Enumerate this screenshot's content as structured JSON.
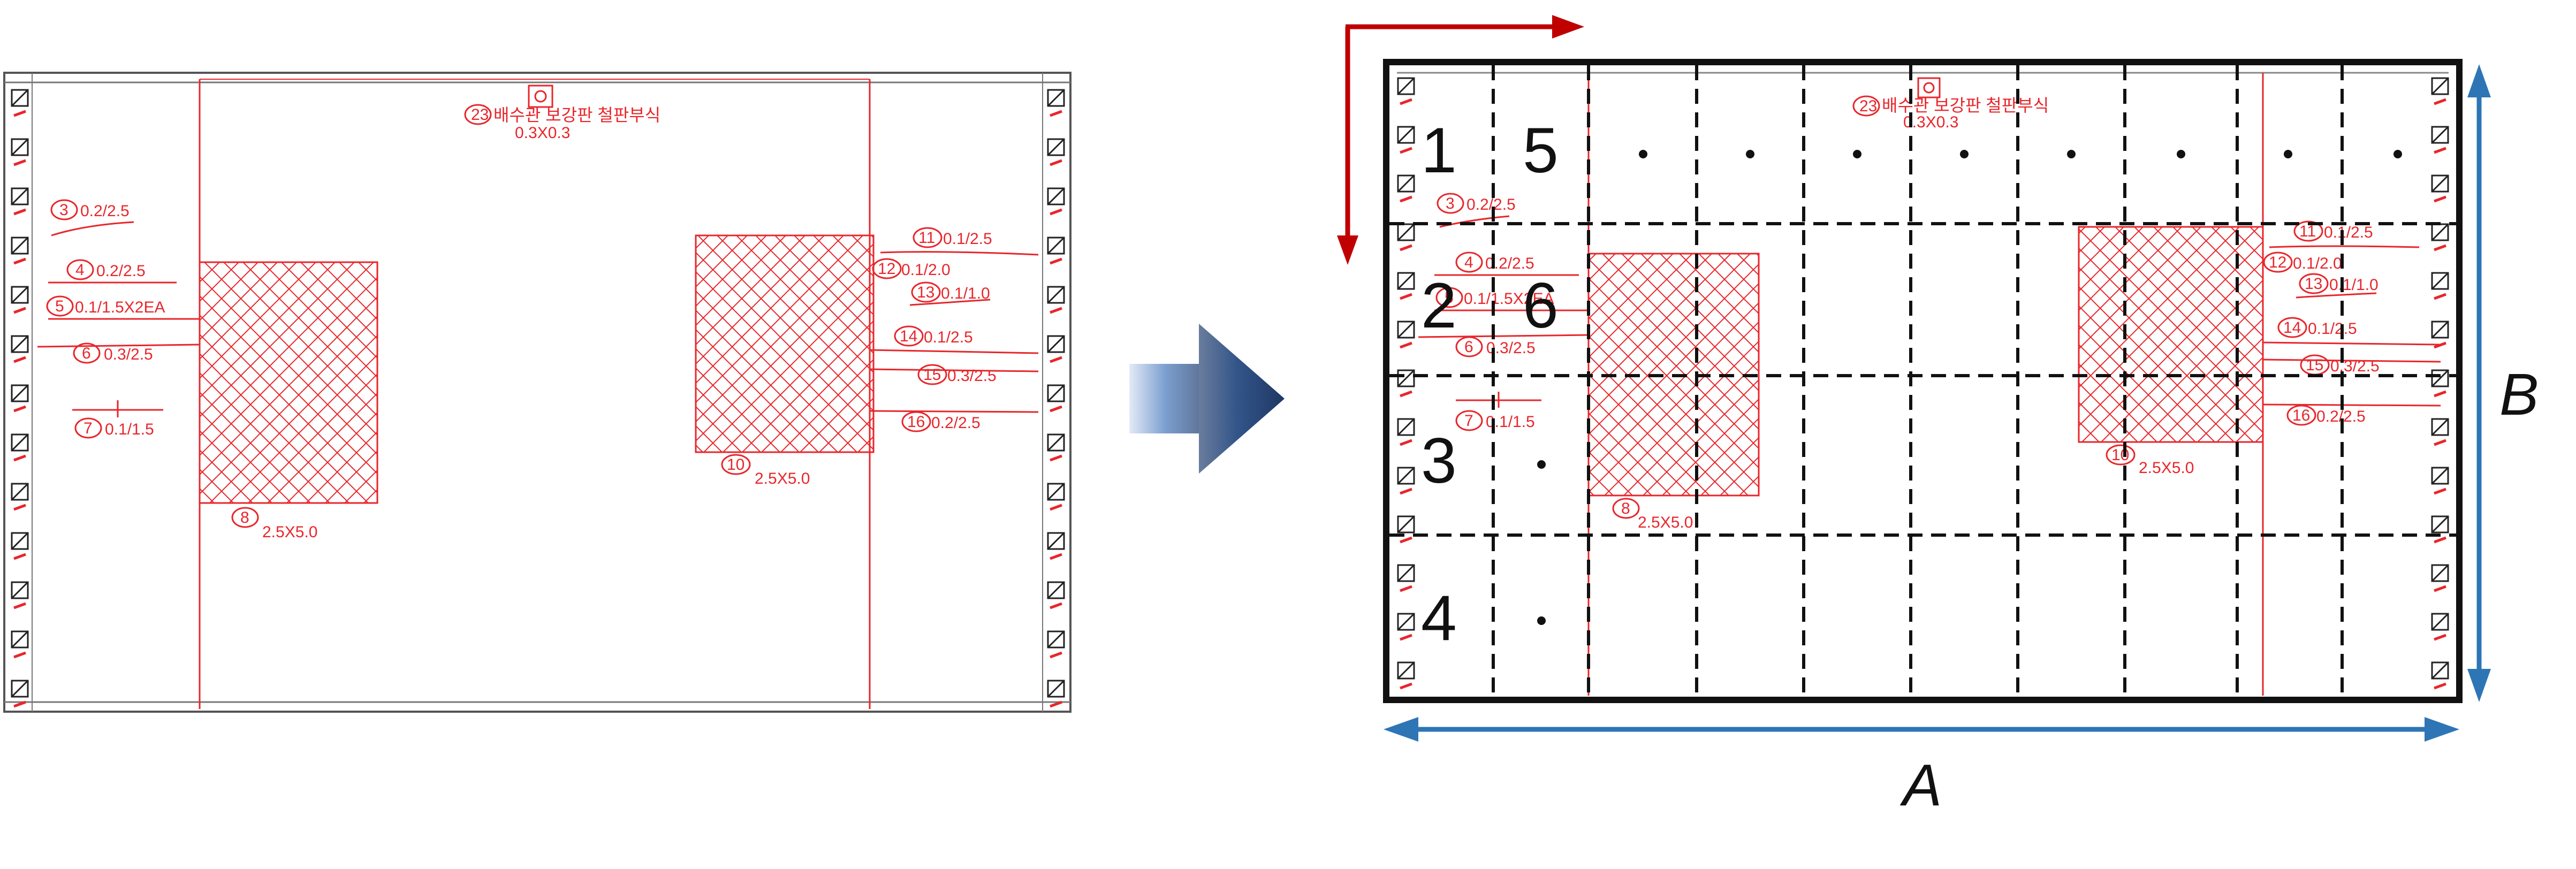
{
  "title_annotation": {
    "number": "23",
    "text": "배수관 보강판 철판부식",
    "size": "0.3X0.3"
  },
  "left_annotations": [
    {
      "num": "3",
      "text": "0.2/2.5"
    },
    {
      "num": "4",
      "text": "0.2/2.5"
    },
    {
      "num": "5",
      "text": "0.1/1.5X2EA"
    },
    {
      "num": "6",
      "text": "0.3/2.5"
    },
    {
      "num": "7",
      "text": "0.1/1.5"
    }
  ],
  "right_annotations": [
    {
      "num": "11",
      "text": "0.1/2.5"
    },
    {
      "num": "12",
      "text": "0.1/2.0"
    },
    {
      "num": "13",
      "text": "0.1/1.0"
    },
    {
      "num": "14",
      "text": "0.1/2.5"
    },
    {
      "num": "15",
      "text": "0.3/2.5"
    },
    {
      "num": "16",
      "text": "0.2/2.5"
    }
  ],
  "hatched_areas": [
    {
      "num": "8",
      "size": "2.5X5.0"
    },
    {
      "num": "10",
      "size": "2.5X5.0"
    }
  ],
  "grid_labels": [
    "1",
    "2",
    "3",
    "4",
    "5",
    "6"
  ],
  "axis_labels": {
    "horizontal": "A",
    "vertical": "B"
  },
  "colors": {
    "drawing_red": "#e8262b",
    "arrow_red": "#c00000",
    "dimension_blue": "#2e75b6",
    "outline": "#111111",
    "transform_arrow_dark": "#1f3864",
    "transform_arrow_light": "#dae3f3"
  }
}
